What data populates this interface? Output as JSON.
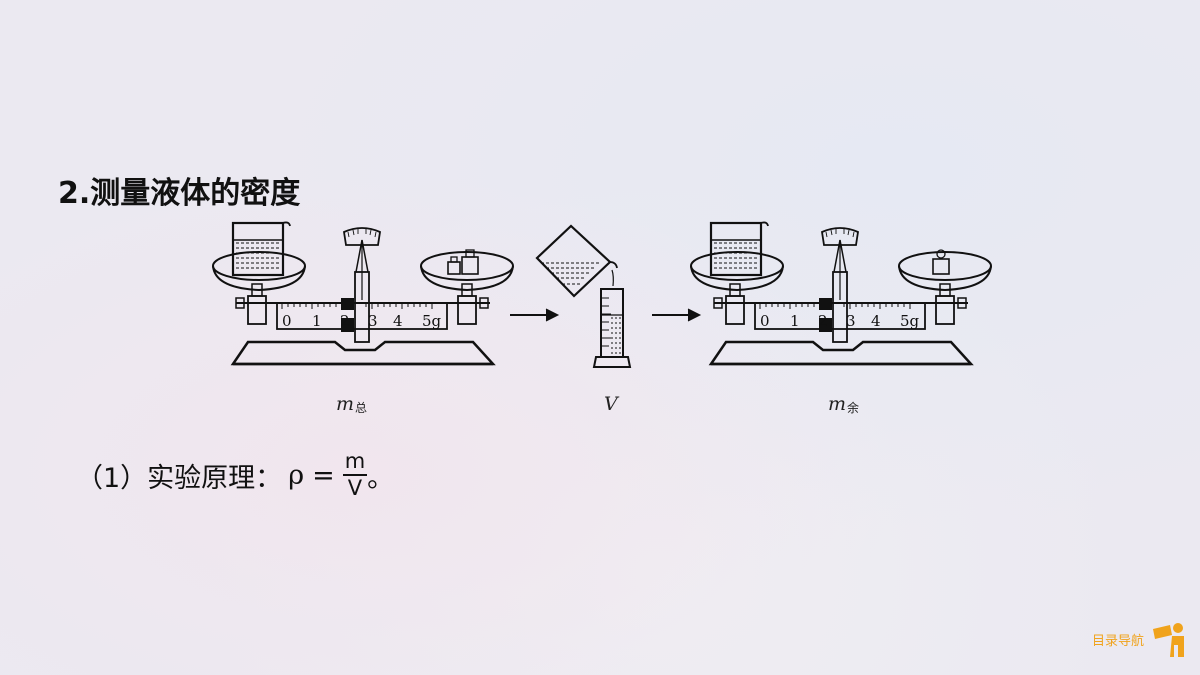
{
  "heading": "2.测量液体的密度",
  "labels": {
    "m_total_var": "m",
    "m_total_sub": "总",
    "volume_var": "V",
    "m_remaining_var": "m",
    "m_remaining_sub": "余"
  },
  "scale_ticks": [
    "0",
    "1",
    "2",
    "3",
    "4",
    "5g"
  ],
  "principle": {
    "prefix": "（1）实验原理：",
    "rho": "ρ",
    "equals": "=",
    "numerator": "m",
    "denominator": "V",
    "suffix": "。"
  },
  "nav": {
    "label": "目录导航",
    "icon": "directory-nav-icon"
  },
  "colors": {
    "ink": "#111111",
    "nav_accent": "#f0a31c"
  }
}
